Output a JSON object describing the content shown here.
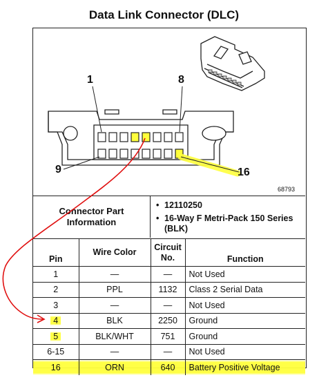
{
  "title": "Data Link Connector (DLC)",
  "diagram": {
    "label_pin_1": "1",
    "label_pin_8": "8",
    "label_pin_9": "9",
    "label_pin_16": "16",
    "figure_number": "68793"
  },
  "info": {
    "label": "Connector Part Information",
    "items": [
      "12110250",
      "16-Way F Metri-Pack 150 Series (BLK)"
    ]
  },
  "table": {
    "headers": {
      "pin": "Pin",
      "wire_color": "Wire Color",
      "circuit": "Circuit No.",
      "function": "Function"
    },
    "rows": [
      {
        "pin": "1",
        "wire_color": "—",
        "circuit": "—",
        "function": "Not Used"
      },
      {
        "pin": "2",
        "wire_color": "PPL",
        "circuit": "1132",
        "function": "Class 2 Serial Data"
      },
      {
        "pin": "3",
        "wire_color": "—",
        "circuit": "—",
        "function": "Not Used"
      },
      {
        "pin": "4",
        "wire_color": "BLK",
        "circuit": "2250",
        "function": "Ground"
      },
      {
        "pin": "5",
        "wire_color": "BLK/WHT",
        "circuit": "751",
        "function": "Ground"
      },
      {
        "pin": "6-15",
        "wire_color": "—",
        "circuit": "—",
        "function": "Not Used"
      },
      {
        "pin": "16",
        "wire_color": "ORN",
        "circuit": "640",
        "function": "Battery Positive Voltage"
      }
    ]
  },
  "highlight_color": "#ffff3c",
  "annotation_color": "#e01010"
}
